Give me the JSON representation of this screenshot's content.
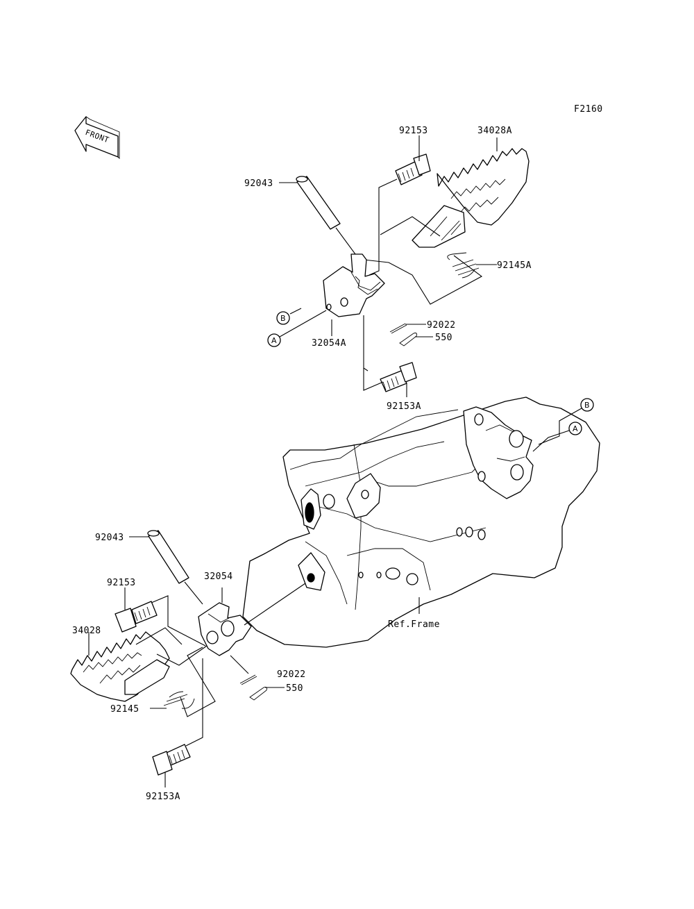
{
  "figure_code": "F2160",
  "front_label": "FRONT",
  "ref_frame": "Ref.Frame",
  "markers": {
    "a": "A",
    "b": "B"
  },
  "upper_assembly": {
    "bolt_top": "92153",
    "footpeg": "34028A",
    "pin": "92043",
    "spring": "92145A",
    "bracket": "32054A",
    "cotter": "92022",
    "qty": "550",
    "bolt_bottom": "92153A"
  },
  "lower_assembly": {
    "pin": "92043",
    "bolt_top": "92153",
    "bracket": "32054",
    "footpeg": "34028",
    "cotter": "92022",
    "qty": "550",
    "spring": "92145",
    "bolt_bottom": "92153A"
  }
}
